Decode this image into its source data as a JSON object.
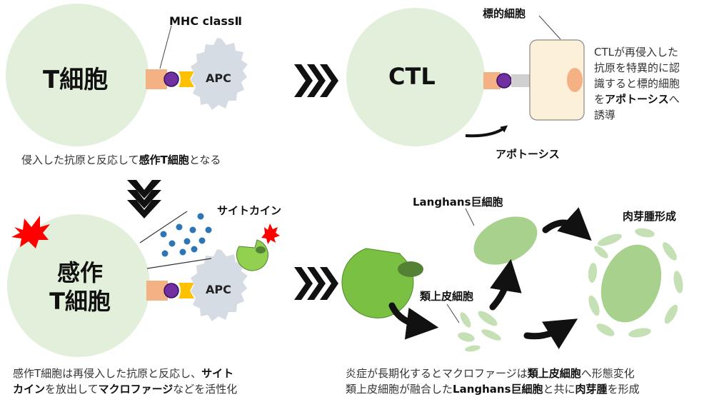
{
  "panel1": {
    "cell_label": "T細胞",
    "mhc_label": "MHC classⅡ",
    "apc_label": "APC",
    "caption_a": "侵入した抗原と反応して",
    "caption_b": "感作T細胞",
    "caption_c": "となる"
  },
  "panel2": {
    "cell_label": "CTL",
    "target_label": "標的細胞",
    "apoptosis_label": "アポトーシス",
    "desc_line1": "CTLが再侵入した",
    "desc_line2": "抗原を特異的に認",
    "desc_line3": "識すると標的細胞",
    "desc_line4_a": "を",
    "desc_line4_b": "アポトーシス",
    "desc_line4_c": "へ",
    "desc_line5": "誘導"
  },
  "panel3": {
    "cell_label_line1": "感作",
    "cell_label_line2": "T細胞",
    "apc_label": "APC",
    "cytokine_label": "サイトカイン",
    "caption1_a": "感作T細胞は再侵入した抗原と反応し、",
    "caption1_b": "サイト",
    "caption2_a": "カイン",
    "caption2_b": "を放出して",
    "caption2_c": "マクロファージ",
    "caption2_d": "などを活性化"
  },
  "panel4": {
    "langhans_label": "Langhans巨細胞",
    "epithelioid_label": "類上皮細胞",
    "granuloma_label": "肉芽腫形成",
    "caption1_a": "炎症が長期化するとマクロファージは",
    "caption1_b": "類上皮細胞",
    "caption1_c": "へ形態変化",
    "caption2_a": "類上皮細胞が融合した",
    "caption2_b": "Langhans巨細胞",
    "caption2_c": "と共に",
    "caption2_d": "肉芽腫",
    "caption2_e": "を形成"
  },
  "colors": {
    "tcell_fill": "#e2efda",
    "apc_fill": "#d6dce4",
    "receptor": "#f4b183",
    "antigen": "#7030a0",
    "mhc": "#ffc000",
    "target_fill": "#fdf0d8",
    "target_nucleus": "#f4b183",
    "cytokine": "#2e75b6",
    "macrophage": "#92d050",
    "macrophage_nucleus": "#548235",
    "giant_cell": "#a9d18e",
    "epithelioid": "#c5e0b4",
    "burst": "#ff0000",
    "arrow": "#111111"
  }
}
